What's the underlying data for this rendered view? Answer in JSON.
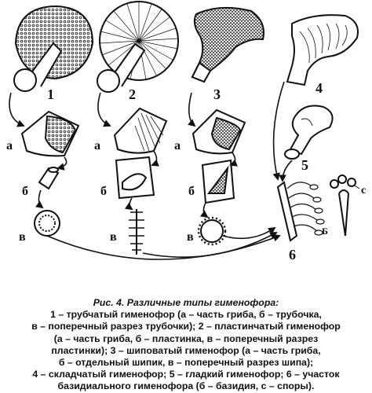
{
  "figure": {
    "panel_labels": {
      "p1": "1",
      "p2": "2",
      "p3": "3",
      "p4": "4",
      "p5": "5",
      "p6": "6"
    },
    "part_labels": {
      "a": "а",
      "b": "б",
      "v": "в",
      "B_upper": "Б",
      "c": "с"
    }
  },
  "caption": {
    "title": "Рис.  4. Различные типы гименофора:",
    "lines": [
      "1 – трубчатый гименофор (а – часть гриба, б – трубочка,",
      "в – поперечный разрез трубочки); 2 – пластинчатый гименофор",
      "(а – часть гриба, б – пластинка, в – поперечный разрез",
      "пластинки); 3 – шиповатый гименофор (а – часть гриба,",
      "б – отдельный шипик, в – поперечный разрез шипа);",
      "4 – складчатый гименофор; 5 – гладкий гименофор; 6 – участок",
      "базидиального гименофора (б – базидия, с – споры)."
    ]
  },
  "colors": {
    "ink": "#111111",
    "paper": "#ffffff"
  }
}
